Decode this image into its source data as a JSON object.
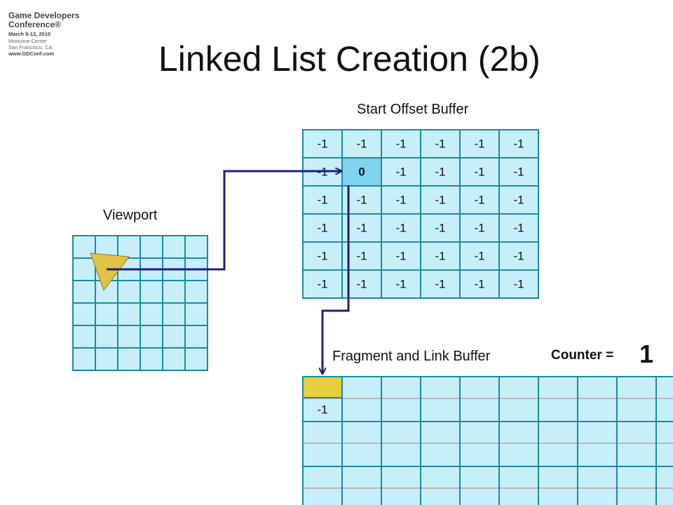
{
  "logo": {
    "line1": "Game Developers",
    "line2": "Conference®",
    "line3": "March 9-13, 2010",
    "line4": "Moscone Center",
    "line5": "San Francisco, CA",
    "line6": "www.GDConf.com"
  },
  "title": "Linked List Creation (2b)",
  "start_offset_label": "Start Offset Buffer",
  "viewport_label": "Viewport",
  "fragment_label": "Fragment and Link Buffer",
  "counter_label": "Counter =",
  "counter_value": "1",
  "start_offset_grid": [
    [
      "-1",
      "-1",
      "-1",
      "-1",
      "-1",
      "-1"
    ],
    [
      "-1",
      "0",
      "-1",
      "-1",
      "-1",
      "-1"
    ],
    [
      "-1",
      "-1",
      "-1",
      "-1",
      "-1",
      "-1"
    ],
    [
      "-1",
      "-1",
      "-1",
      "-1",
      "-1",
      "-1"
    ],
    [
      "-1",
      "-1",
      "-1",
      "-1",
      "-1",
      "-1"
    ],
    [
      "-1",
      "-1",
      "-1",
      "-1",
      "-1",
      "-1"
    ]
  ],
  "fragment_first_link": "-1",
  "colors": {
    "cell_fill": "#c6effa",
    "grid_line": "#1b8aa6",
    "highlight_cell": "#7fd3ee",
    "fragment_highlight": "#e8cd3f",
    "triangle": "#e0c447",
    "arrow": "#1f1f7a"
  }
}
